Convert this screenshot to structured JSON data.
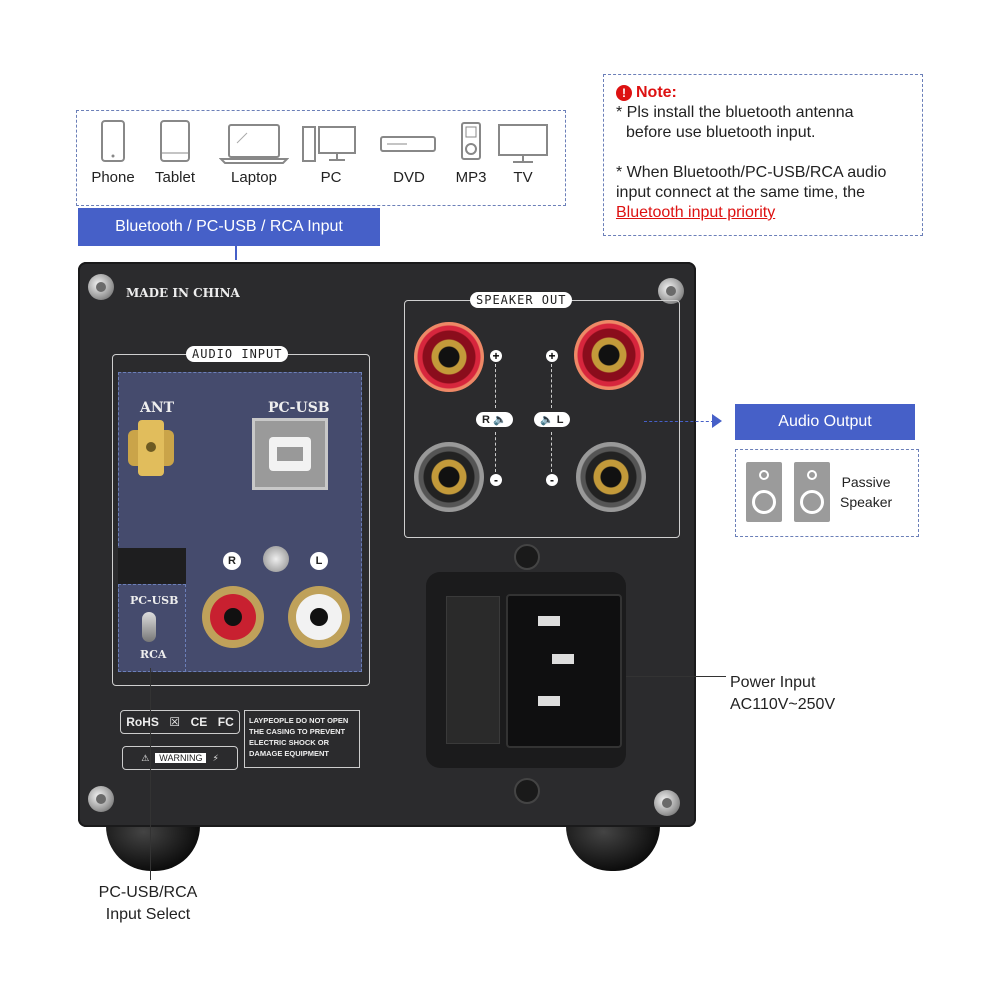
{
  "devices": [
    {
      "icon": "phone-icon",
      "label": "Phone"
    },
    {
      "icon": "tablet-icon",
      "label": "Tablet"
    },
    {
      "icon": "laptop-icon",
      "label": "Laptop"
    },
    {
      "icon": "pc-icon",
      "label": "PC"
    },
    {
      "icon": "dvd-icon",
      "label": "DVD"
    },
    {
      "icon": "mp3-icon",
      "label": "MP3"
    },
    {
      "icon": "tv-icon",
      "label": "TV"
    }
  ],
  "input_tag": "Bluetooth / PC-USB / RCA Input",
  "note": {
    "title": "Note:",
    "line1a": "* Pls install the bluetooth antenna",
    "line1b": "before use bluetooth input.",
    "line2a": "* When Bluetooth/PC-USB/RCA audio",
    "line2b": "input connect at the same time, the",
    "line2c": "Bluetooth input priority"
  },
  "panel": {
    "made_in": "MADE IN CHINA",
    "audio_input": "AUDIO INPUT",
    "ant": "ANT",
    "pc_usb": "PC-USB",
    "r": "R",
    "l": "L",
    "switch_top": "PC-USB",
    "switch_bottom": "RCA",
    "speaker_out": "SPEAKER OUT",
    "plus": "+",
    "minus": "-",
    "right_ch": "R",
    "left_ch": "L",
    "rohs": "RoHS",
    "ce": "CE",
    "fc": "FC",
    "warning": "WARNING",
    "caution_lines": [
      "LAYPEOPLE DO NOT OPEN",
      "THE CASING TO PREVENT",
      "ELECTRIC SHOCK OR",
      "DAMAGE EQUIPMENT"
    ]
  },
  "audio_output_tag": "Audio Output",
  "speaker_label": [
    "Passive",
    "Speaker"
  ],
  "power_label": [
    "Power Input",
    "AC110V~250V"
  ],
  "select_label": [
    "PC-USB/RCA",
    "Input Select"
  ],
  "colors": {
    "accent": "#4660c8",
    "note_red": "#dd1111",
    "panel": "#2b2b2d"
  }
}
